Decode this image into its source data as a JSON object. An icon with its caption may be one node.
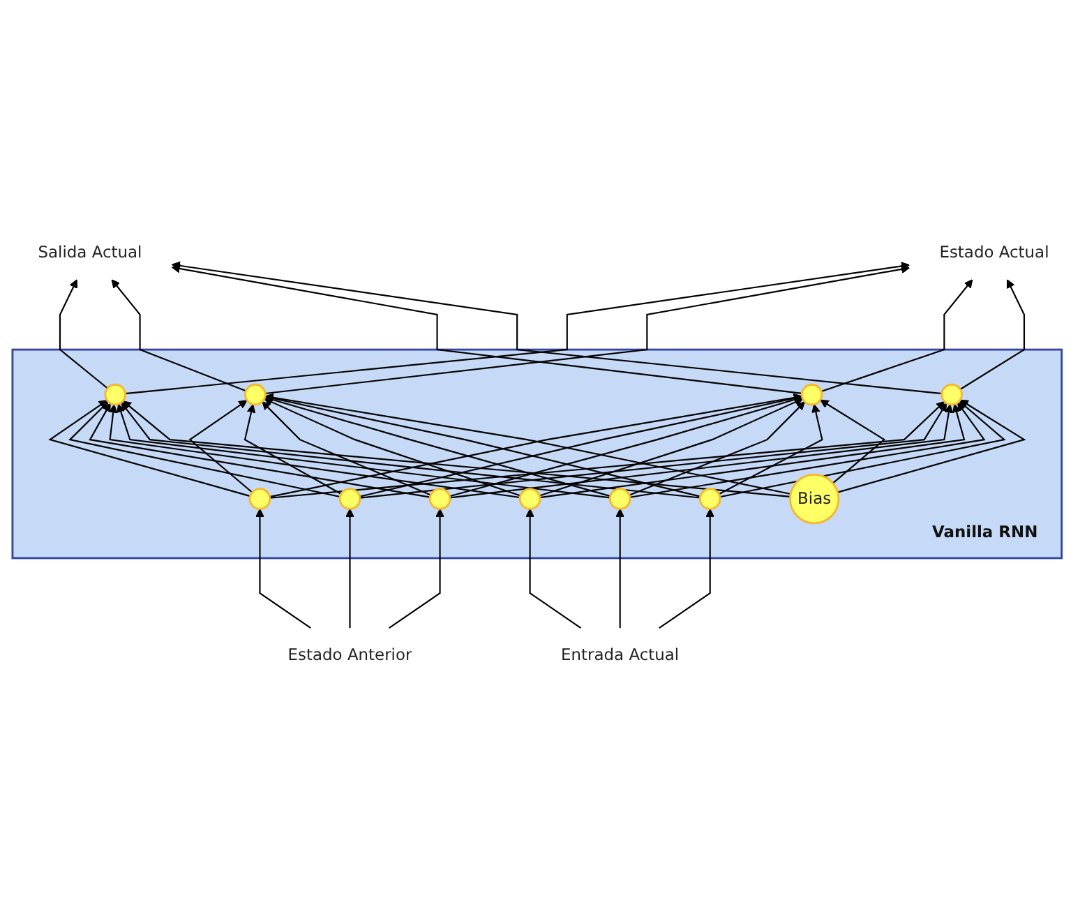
{
  "diagram": {
    "nodes": [
      {
        "text": [
          "Salida Actual"
        ]
      },
      {
        "text": [
          "Vanilla RNN"
        ]
      },
      {
        "text": [],
        "shape": "circle",
        "in": 1
      },
      {
        "text": [],
        "shape": "circle",
        "in": 1
      },
      {
        "text": [],
        "shape": "circle",
        "in": 1
      },
      {
        "text": [],
        "shape": "circle",
        "in": 1
      },
      {
        "text": [],
        "shape": "circle",
        "in": 1
      },
      {
        "text": [],
        "shape": "circle",
        "in": 1
      },
      {
        "text": [],
        "shape": "circle",
        "in": 1
      },
      {
        "text": [],
        "shape": "circle",
        "in": 1
      },
      {
        "text": [],
        "shape": "circle",
        "in": 1
      },
      {
        "text": [],
        "shape": "circle",
        "in": 1
      },
      {
        "text": [
          "Bias"
        ],
        "in": 1
      },
      {
        "text": [
          "Estado Anterior"
        ]
      },
      {
        "text": [
          "Estado Actual"
        ]
      },
      {
        "text": [
          "Entrada Actual"
        ]
      }
    ],
    "edges": [
      {
        "from": 6,
        "to": 2,
        "arrow": "to"
      },
      {
        "from": 6,
        "to": 3,
        "arrow": "to"
      },
      {
        "from": 6,
        "to": 4,
        "arrow": "to"
      },
      {
        "from": 6,
        "to": 5,
        "arrow": "to"
      },
      {
        "from": 7,
        "to": 2,
        "arrow": "to"
      },
      {
        "from": 7,
        "to": 3,
        "arrow": "to"
      },
      {
        "from": 7,
        "to": 4,
        "arrow": "to"
      },
      {
        "from": 7,
        "to": 5,
        "arrow": "to"
      },
      {
        "from": 8,
        "to": 2,
        "arrow": "to"
      },
      {
        "from": 8,
        "to": 3,
        "arrow": "to"
      },
      {
        "from": 8,
        "to": 4,
        "arrow": "to"
      },
      {
        "from": 8,
        "to": 5,
        "arrow": "to"
      },
      {
        "from": 9,
        "to": 2,
        "arrow": "to"
      },
      {
        "from": 9,
        "to": 3,
        "arrow": "to"
      },
      {
        "from": 9,
        "to": 4,
        "arrow": "to"
      },
      {
        "from": 9,
        "to": 5,
        "arrow": "to"
      },
      {
        "from": 10,
        "to": 2,
        "arrow": "to"
      },
      {
        "from": 10,
        "to": 3,
        "arrow": "to"
      },
      {
        "from": 10,
        "to": 4,
        "arrow": "to"
      },
      {
        "from": 10,
        "to": 5,
        "arrow": "to"
      },
      {
        "from": 11,
        "to": 2,
        "arrow": "to"
      },
      {
        "from": 11,
        "to": 3,
        "arrow": "to"
      },
      {
        "from": 11,
        "to": 4,
        "arrow": "to"
      },
      {
        "from": 11,
        "to": 5,
        "arrow": "to"
      },
      {
        "from": 12,
        "to": 2,
        "arrow": "to"
      },
      {
        "from": 12,
        "to": 3,
        "arrow": "to"
      },
      {
        "from": 12,
        "to": 4,
        "arrow": "to"
      },
      {
        "from": 12,
        "to": 5,
        "arrow": "to"
      },
      {
        "from": 13,
        "to": 6,
        "arrow": "to"
      },
      {
        "from": 13,
        "to": 7,
        "arrow": "to"
      },
      {
        "from": 13,
        "to": 8,
        "arrow": "to"
      },
      {
        "from": 15,
        "to": 9,
        "arrow": "to"
      },
      {
        "from": 15,
        "to": 10,
        "arrow": "to"
      },
      {
        "from": 15,
        "to": 11,
        "arrow": "to"
      },
      {
        "from": 2,
        "to": 0,
        "arrow": "to"
      },
      {
        "from": 3,
        "to": 0,
        "arrow": "to"
      },
      {
        "from": 4,
        "to": 0,
        "arrow": "to"
      },
      {
        "from": 5,
        "to": 0,
        "arrow": "to"
      },
      {
        "from": 2,
        "to": 14,
        "arrow": "to"
      },
      {
        "from": 3,
        "to": 14,
        "arrow": "to"
      },
      {
        "from": 4,
        "to": 14,
        "arrow": "to"
      },
      {
        "from": 5,
        "to": 14,
        "arrow": "to"
      }
    ]
  }
}
